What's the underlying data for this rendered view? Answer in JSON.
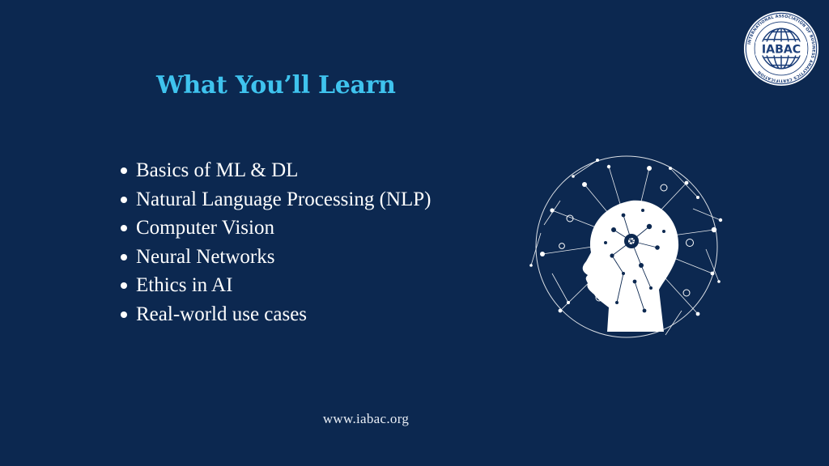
{
  "slide": {
    "title": "What You’ll Learn",
    "bullets": [
      "Basics of ML & DL",
      "Natural Language Processing (NLP)",
      "Computer Vision",
      "Neural Networks",
      "Ethics in AI",
      "Real-world use cases"
    ],
    "footer": "www.iabac.org"
  },
  "logo": {
    "abbr": "IABAC",
    "ring_text": "INTERNATIONAL ASSOCIATION OF BUSINESS ANALYTICS CERTIFICATION"
  },
  "illustration": {
    "icon": "ai-head-network-icon"
  },
  "colors": {
    "background": "#0c2850",
    "title": "#3fc3ee",
    "text": "#ffffff",
    "logo_blue": "#1c3f7a"
  }
}
